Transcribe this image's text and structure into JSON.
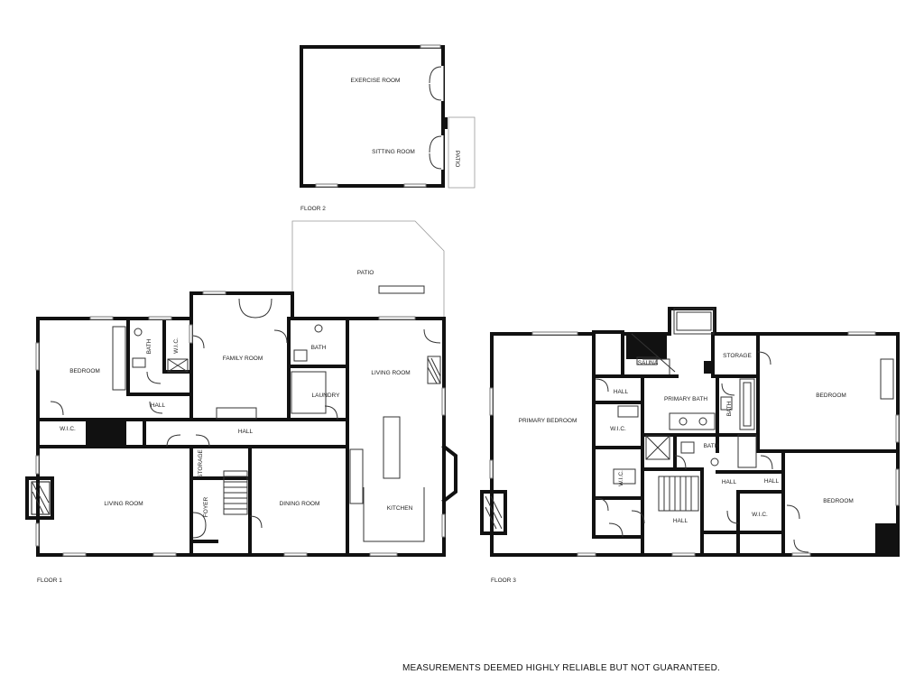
{
  "floors": {
    "floor2": {
      "label": "FLOOR 2",
      "rooms": {
        "exercise_room": "EXERCISE ROOM",
        "sitting_room": "SITTING ROOM",
        "patio": "PATIO"
      }
    },
    "floor1": {
      "label": "FLOOR 1",
      "rooms": {
        "bedroom": "BEDROOM",
        "bath_1": "BATH",
        "wic": "W.I.C.",
        "family_room": "FAMILY ROOM",
        "bath_2": "BATH",
        "laundry": "LAUNDRY",
        "living_room_east": "LIVING ROOM",
        "hall_1": "HALL",
        "wic_2": "W.I.C.",
        "hall_2": "HALL",
        "living_room_west": "LIVING ROOM",
        "storage": "STORAGE",
        "foyer": "FOYER",
        "dining_room": "DINING ROOM",
        "kitchen": "KITCHEN",
        "patio": "PATIO"
      }
    },
    "floor3": {
      "label": "FLOOR 3",
      "rooms": {
        "primary_bedroom": "PRIMARY BEDROOM",
        "sauna": "SAUNA",
        "storage": "STORAGE",
        "hall_1": "HALL",
        "primary_bath": "PRIMARY BATH",
        "bath_vertical": "BATH",
        "bedroom_1": "BEDROOM",
        "wic_1": "W.I.C.",
        "bath_2": "BATH",
        "wic_2": "W.I.C.",
        "hall_2": "HALL",
        "hall_3": "HALL",
        "hall_4": "HALL",
        "bedroom_2": "BEDROOM",
        "wic_3": "W.I.C."
      }
    }
  },
  "disclaimer": "MEASUREMENTS DEEMED HIGHLY RELIABLE BUT NOT GUARANTEED."
}
